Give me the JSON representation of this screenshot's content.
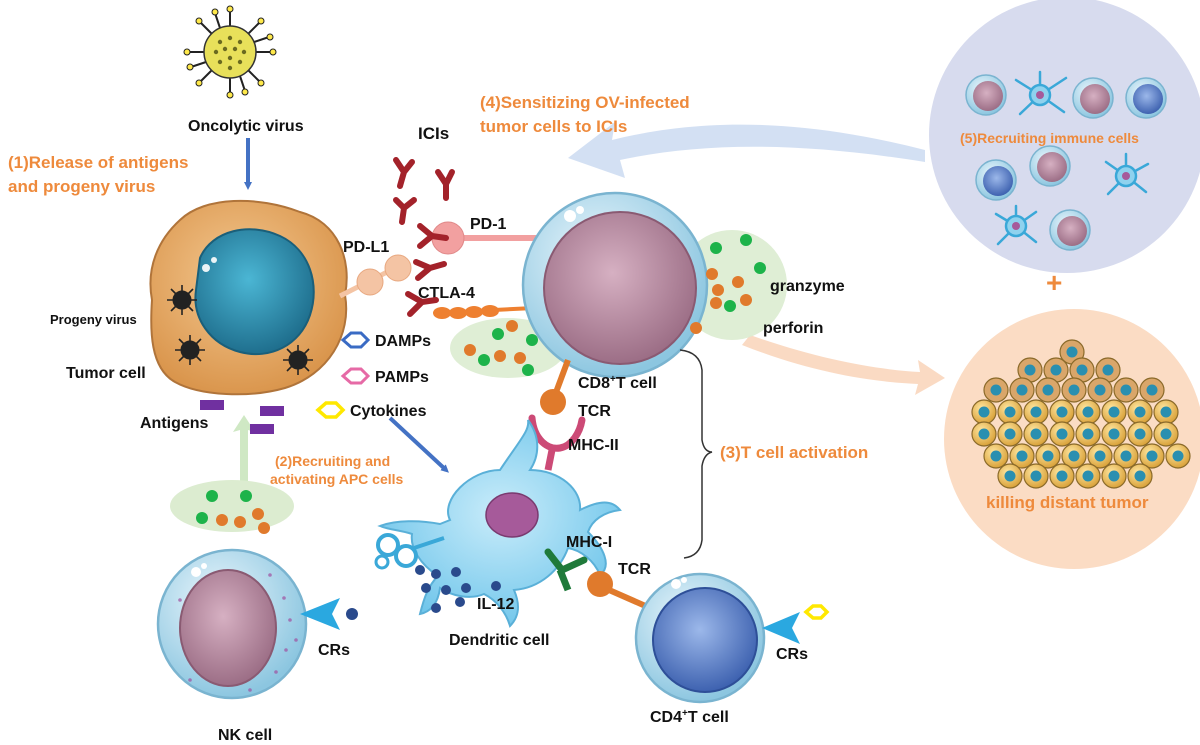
{
  "labels": {
    "oncolytic_virus": "Oncolytic virus",
    "step1_line1": "(1)Release of antigens",
    "step1_line2": "and progeny virus",
    "progeny_virus": "Progeny virus",
    "tumor_cell": "Tumor  cell",
    "antigens": "Antigens",
    "icis": "ICIs",
    "pd1": "PD-1",
    "pdl1": "PD-L1",
    "ctla4": "CTLA-4",
    "damps": "DAMPs",
    "pamps": "PAMPs",
    "cytokines": "Cytokines",
    "step4_line1": "(4)Sensitizing OV-infected",
    "step4_line2": "tumor cells to ICIs",
    "step5": "(5)Recruiting  immune cells",
    "granzyme": "granzyme",
    "perforin": "perforin",
    "cd8_prefix": "CD8",
    "cd8_sup": "+",
    "cd8_suffix": "T cell",
    "tcr_top": "TCR",
    "mhc2": "MHC-II",
    "step2_line1": "(2)Recruiting and",
    "step2_line2": "activating APC cells",
    "step3": "(3)T cell activation",
    "mhc1": "MHC-I",
    "tcr_bottom": "TCR",
    "il12": "IL-12",
    "dendritic_cell": "Dendritic cell",
    "crs_nk": "CRs",
    "crs_cd4": "CRs",
    "nk_cell": "NK cell",
    "cd4_prefix": "CD4",
    "cd4_sup": "+",
    "cd4_suffix": "T cell",
    "plus": "+",
    "killing": "killing distant tumor"
  },
  "colors": {
    "orange_text": "#ee8a3c",
    "black_text": "#111111",
    "arrow_blue": "#4472c4",
    "tumor_cell": "#e4a867",
    "tumor_nucleus": "#2a8fb0",
    "tcell_membrane": "#a9d4ea",
    "tcell_nucleus": "#b98aa0",
    "cd4_nucleus": "#5b7ec8",
    "dendritic_cell": "#8fd2ee",
    "granule_green": "#1db34a",
    "granule_orange": "#e07a2c",
    "antibody": "#a3222a",
    "pd1": "#f2a0a0",
    "pdl1": "#f4c4a4",
    "ctla4": "#ee8030",
    "damps": "#3a6bc4",
    "pamps": "#e66aa6",
    "cytokine": "#ffe800",
    "mhc2": "#cc4a76",
    "mhc1": "#1f7a3a",
    "il12": "#2a4a8c",
    "recruit_circle": "#d7dbee",
    "killing_circle": "#fbdcc4"
  }
}
